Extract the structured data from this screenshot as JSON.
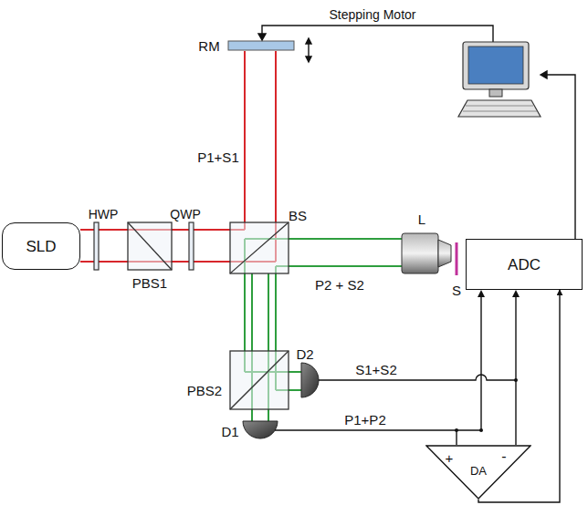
{
  "diagram": {
    "nodes": [
      {
        "text": [
          "SLD"
        ]
      },
      {
        "text": [
          "ADC"
        ]
      },
      {
        "text": [
          "DA"
        ]
      }
    ],
    "edges": [
      {
        "from": 2,
        "to": 1,
        "arrow": "to"
      }
    ],
    "labels": [
      "Stepping Motor",
      "RM",
      "P1+S1",
      "HWP",
      "QWP",
      "BS",
      "L",
      "PBS1",
      "S",
      "P2 + S2",
      "D2",
      "PBS2",
      "S1+S2",
      "D1",
      "P1+P2",
      "+",
      "-"
    ]
  }
}
